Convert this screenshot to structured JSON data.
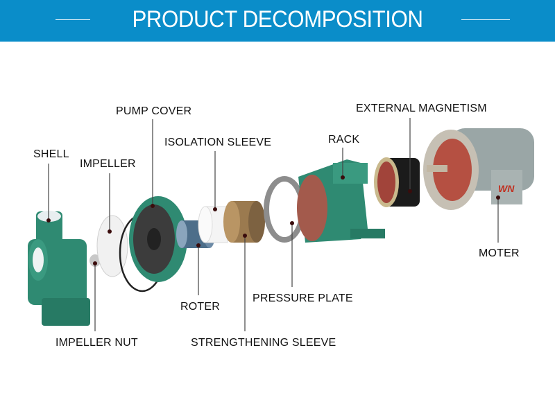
{
  "header": {
    "title": "PRODUCT DECOMPOSITION"
  },
  "labels": {
    "shell": "SHELL",
    "impeller": "IMPELLER",
    "pump_cover": "PUMP COVER",
    "isolation_sleeve": "ISOLATION SLEEVE",
    "rack": "RACK",
    "external_magnetism": "EXTERNAL MAGNETISM",
    "moter": "MOTER",
    "pressure_plate": "PRESSURE PLATE",
    "roter": "ROTER",
    "strengthening_sleeve": "STRENGTHENING SLEEVE",
    "impeller_nut": "IMPELLER NUT"
  },
  "motor_badge": "WN",
  "colors": {
    "header": "#0a8dc9",
    "pump_green": "#2f8a72",
    "motor_grey": "#9aa6a6",
    "magnet_black": "#1b1b1b"
  }
}
